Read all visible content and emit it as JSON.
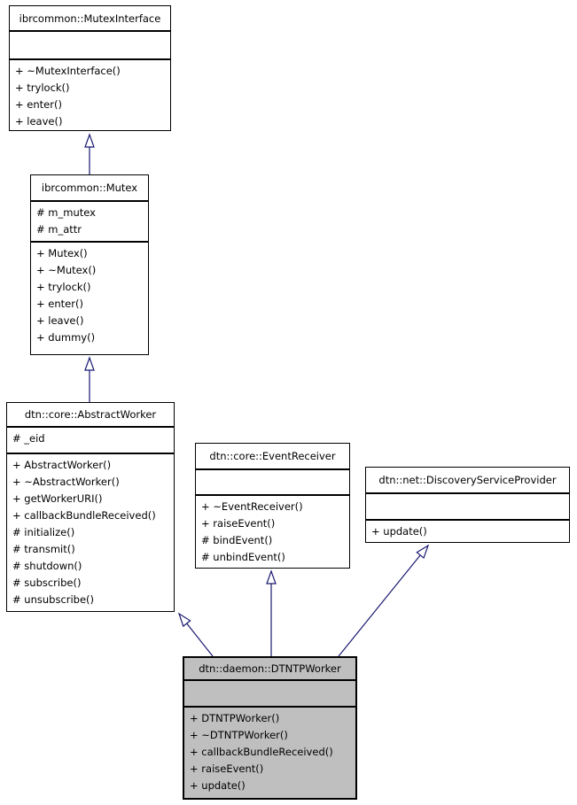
{
  "diagram": {
    "type": "uml-class-inheritance",
    "background_color": "#ffffff",
    "arrow_color": "#191970",
    "node_border_color": "#000000",
    "highlight_fill_color": "#bfbfbf"
  },
  "classes": [
    {
      "name": "ibrcommon::MutexInterface",
      "attributes": [],
      "methods": [
        "+ ~MutexInterface()",
        "+ trylock()",
        "+ enter()",
        "+ leave()"
      ]
    },
    {
      "name": "ibrcommon::Mutex",
      "attributes": [
        "# m_mutex",
        "# m_attr"
      ],
      "methods": [
        "+ Mutex()",
        "+ ~Mutex()",
        "+ trylock()",
        "+ enter()",
        "+ leave()",
        "+ dummy()"
      ]
    },
    {
      "name": "dtn::core::AbstractWorker",
      "attributes": [
        "# _eid"
      ],
      "methods": [
        "+ AbstractWorker()",
        "+ ~AbstractWorker()",
        "+ getWorkerURI()",
        "+ callbackBundleReceived()",
        "# initialize()",
        "# transmit()",
        "# shutdown()",
        "# subscribe()",
        "# unsubscribe()"
      ]
    },
    {
      "name": "dtn::core::EventReceiver",
      "attributes": [],
      "methods": [
        "+ ~EventReceiver()",
        "+ raiseEvent()",
        "# bindEvent()",
        "# unbindEvent()"
      ]
    },
    {
      "name": "dtn::net::DiscoveryServiceProvider",
      "attributes": [],
      "methods": [
        "+ update()"
      ]
    },
    {
      "name": "dtn::daemon::DTNTPWorker",
      "highlighted": true,
      "attributes": [],
      "methods": [
        "+ DTNTPWorker()",
        "+ ~DTNTPWorker()",
        "+ callbackBundleReceived()",
        "+ raiseEvent()",
        "+ update()"
      ]
    }
  ],
  "relations": [
    {
      "from": "ibrcommon::Mutex",
      "to": "ibrcommon::MutexInterface",
      "type": "inheritance"
    },
    {
      "from": "dtn::core::AbstractWorker",
      "to": "ibrcommon::Mutex",
      "type": "inheritance"
    },
    {
      "from": "dtn::daemon::DTNTPWorker",
      "to": "dtn::core::AbstractWorker",
      "type": "inheritance"
    },
    {
      "from": "dtn::daemon::DTNTPWorker",
      "to": "dtn::core::EventReceiver",
      "type": "inheritance"
    },
    {
      "from": "dtn::daemon::DTNTPWorker",
      "to": "dtn::net::DiscoveryServiceProvider",
      "type": "inheritance"
    }
  ]
}
